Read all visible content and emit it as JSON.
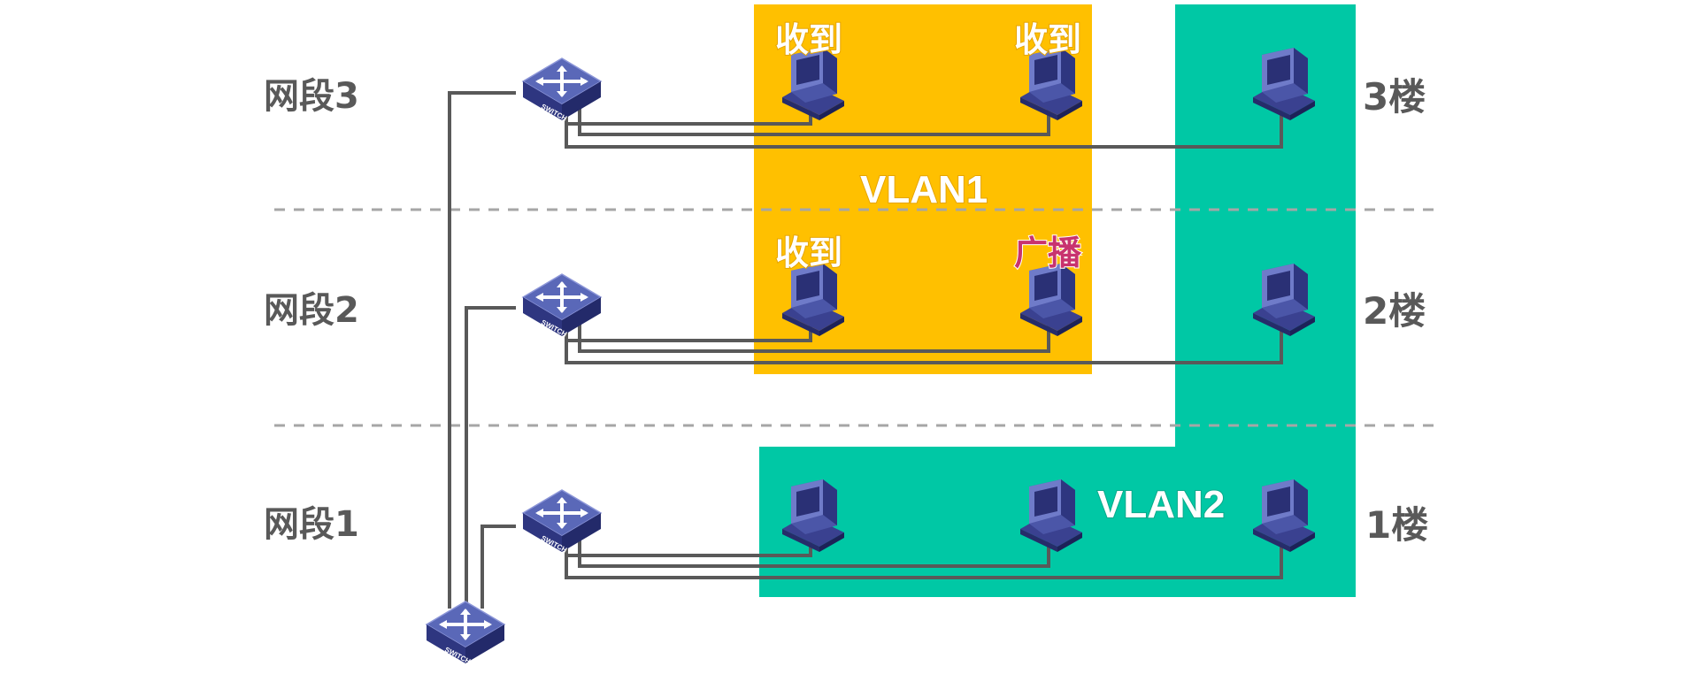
{
  "segments": [
    "网段3",
    "网段2",
    "网段1"
  ],
  "floors": [
    "3楼",
    "2楼",
    "1楼"
  ],
  "vlans": {
    "vlan1": "VLAN1",
    "vlan2": "VLAN2"
  },
  "status": {
    "f3_left": "收到",
    "f3_right": "收到",
    "f2_left": "收到",
    "f2_right": "广播"
  },
  "switch_label": "SWITCH",
  "colors": {
    "vlan1_fill": "#FFC000",
    "vlan2_fill": "#00C8A5",
    "line": "#595959",
    "divider": "#A6A6A6",
    "broadcast_text": "#C8336E",
    "switch_top": "#5A68B8",
    "switch_side": "#2E3680"
  },
  "icons": {
    "switch": "network-switch-icon",
    "pc": "desktop-computer-icon"
  }
}
